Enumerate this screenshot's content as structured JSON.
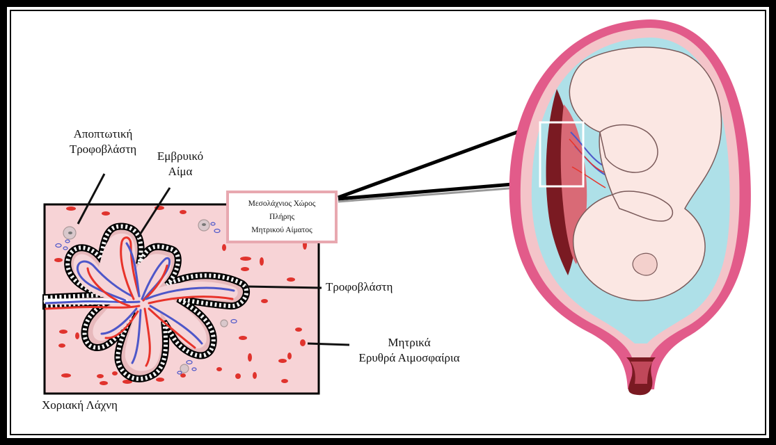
{
  "labels": {
    "apoptotic_trophoblast": [
      "Αποπτωτική",
      "Τροφοβλάστη"
    ],
    "fetal_blood": [
      "Εμβρυικό",
      "Αίμα"
    ],
    "intervillous_space": [
      "Μεσολάχνιος Χώρος",
      "Πλήρης",
      "Μητρικού Αίματος"
    ],
    "trophoblast": "Τροφοβλάστη",
    "maternal_rbc": [
      "Μητρικά",
      "Ερυθρά Αιμοσφαίρια"
    ],
    "chorionic_villus": "Χοριακή Λάχνη"
  },
  "colors": {
    "tissue_pink": "#f7d3d6",
    "maternal_cell_red": "#e0332d",
    "fetal_artery_red": "#e8332a",
    "fetal_vein_blue": "#4d57c9",
    "uterus_wall": "#e25b8a",
    "amniotic_fluid": "#aee0e8",
    "placenta_dark": "#7a1a22",
    "fetus_skin": "#fbe7e3"
  }
}
